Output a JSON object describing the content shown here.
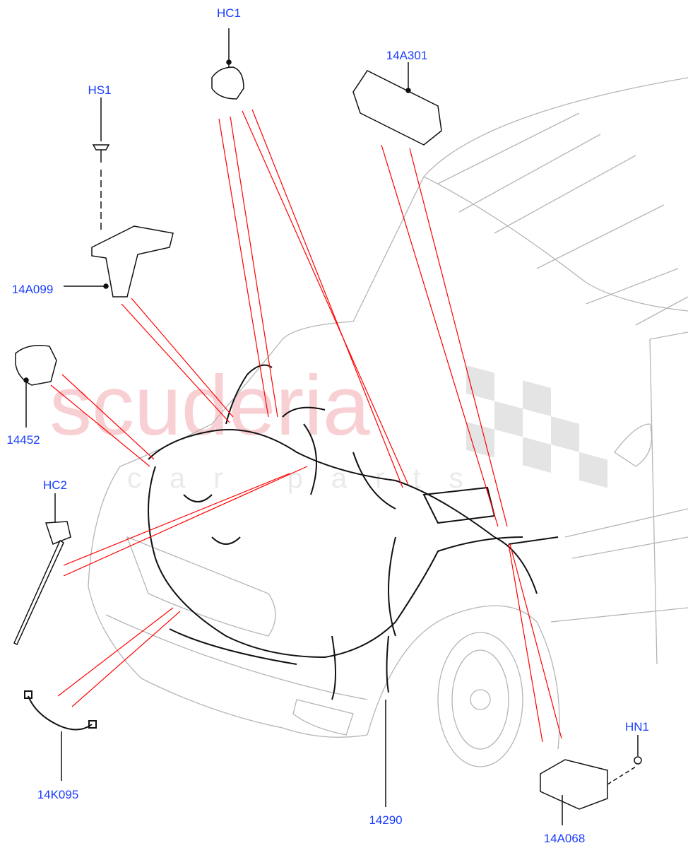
{
  "diagram": {
    "label_color": "#1a3cff",
    "leader_color": "#ff0000",
    "watermark": {
      "line1": "scuderia",
      "line2": "car parts",
      "color": "#f5b8bd"
    },
    "callouts": [
      {
        "id": "HC1",
        "text": "HC1"
      },
      {
        "id": "HS1",
        "text": "HS1"
      },
      {
        "id": "14A301",
        "text": "14A301"
      },
      {
        "id": "14A099",
        "text": "14A099"
      },
      {
        "id": "14452",
        "text": "14452"
      },
      {
        "id": "HC2",
        "text": "HC2"
      },
      {
        "id": "14K095",
        "text": "14K095"
      },
      {
        "id": "14290",
        "text": "14290"
      },
      {
        "id": "14A068",
        "text": "14A068"
      },
      {
        "id": "HN1",
        "text": "HN1"
      }
    ]
  }
}
